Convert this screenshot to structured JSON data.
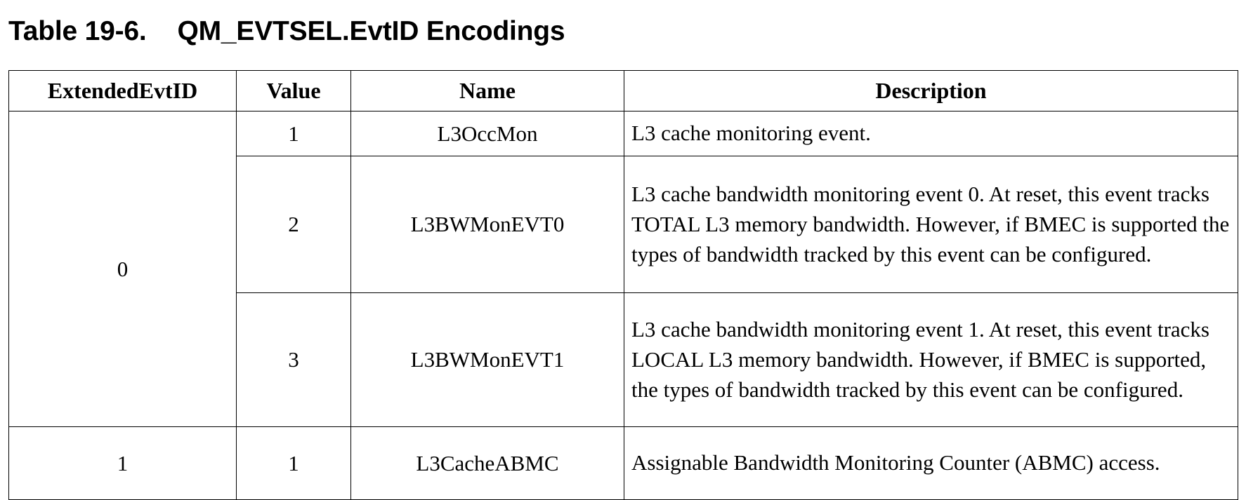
{
  "caption": {
    "number": "Table 19-6.",
    "title": "QM_EVTSEL.EvtID Encodings"
  },
  "table": {
    "headers": [
      "ExtendedEvtID",
      "Value",
      "Name",
      "Description"
    ],
    "groups": [
      {
        "extended_evt_id": "0",
        "rows": [
          {
            "value": "1",
            "name": "L3OccMon",
            "description": "L3 cache monitoring event."
          },
          {
            "value": "2",
            "name": "L3BWMonEVT0",
            "description": "L3 cache bandwidth monitoring event 0. At reset, this event tracks TOTAL L3 memory bandwidth. However, if BMEC is supported the types of bandwidth tracked by this event can be configured."
          },
          {
            "value": "3",
            "name": "L3BWMonEVT1",
            "description": "L3 cache bandwidth monitoring event 1. At reset, this event tracks LOCAL L3 memory bandwidth. However, if BMEC is supported, the types of bandwidth tracked by this event can be configured."
          }
        ]
      },
      {
        "extended_evt_id": "1",
        "rows": [
          {
            "value": "1",
            "name": "L3CacheABMC",
            "description": "Assignable Bandwidth Monitoring Counter (ABMC) access."
          }
        ]
      }
    ]
  }
}
